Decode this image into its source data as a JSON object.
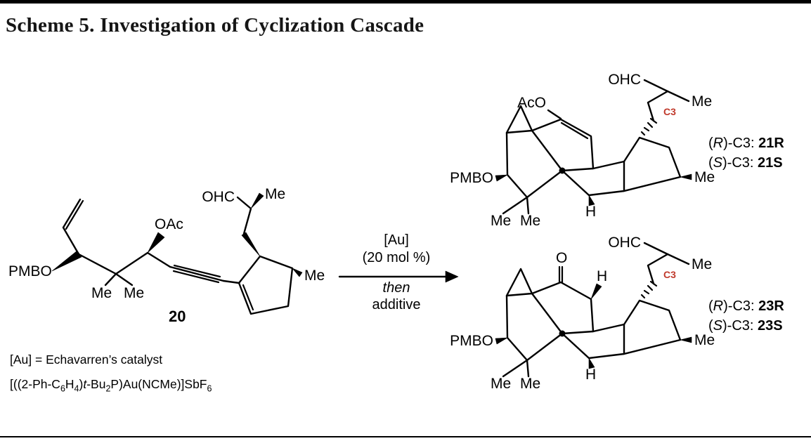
{
  "header": {
    "title": "Scheme 5. Investigation of Cyclization Cascade"
  },
  "reactant": {
    "number": "20",
    "labels": {
      "pmbo": "PMBO",
      "oac": "OAc",
      "gem_me_1": "Me",
      "gem_me_2": "Me",
      "ohc": "OHC",
      "chain_me": "Me",
      "ring_me": "Me"
    }
  },
  "arrow": {
    "line1": "[Au]",
    "line2": "(20 mol %)",
    "line3": "then",
    "line4": "additive"
  },
  "product_top": {
    "labels": {
      "aco": "AcO",
      "ohc": "OHC",
      "chain_me": "Me",
      "c3": "C3",
      "pmbo": "PMBO",
      "gem_me_1": "Me",
      "gem_me_2": "Me",
      "ring_h": "H",
      "ring_me": "Me"
    },
    "stereo": [
      {
        "open": "(",
        "letter": "R",
        "rest": ")-C3: ",
        "compound": "21R"
      },
      {
        "open": "(",
        "letter": "S",
        "rest": ")-C3: ",
        "compound": "21S"
      }
    ]
  },
  "product_bottom": {
    "labels": {
      "o": "O",
      "top_h": "H",
      "ohc": "OHC",
      "chain_me": "Me",
      "c3": "C3",
      "pmbo": "PMBO",
      "gem_me_1": "Me",
      "gem_me_2": "Me",
      "ring_h": "H",
      "ring_me": "Me"
    },
    "stereo": [
      {
        "open": "(",
        "letter": "R",
        "rest": ")-C3: ",
        "compound": "23R"
      },
      {
        "open": "(",
        "letter": "S",
        "rest": ")-C3: ",
        "compound": "23S"
      }
    ]
  },
  "footnote": {
    "line1": "[Au] = Echavarren’s catalyst",
    "line2": {
      "s0": "[((2-Ph-C",
      "s1": "6",
      "s2": "H",
      "s3": "4",
      "s4": ")",
      "s5": "t",
      "s6": "-Bu",
      "s7": "2",
      "s8": "P)Au(NCMe)]SbF",
      "s9": "6"
    }
  },
  "colors": {
    "c3_label": "#c0392b",
    "text": "#000000",
    "rule": "#000000"
  }
}
